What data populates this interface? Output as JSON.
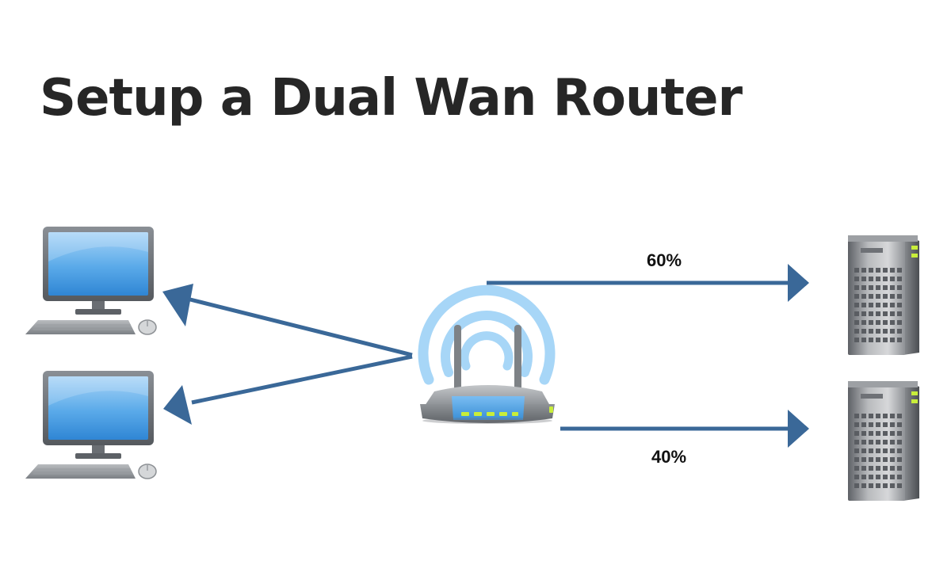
{
  "title": "Setup a Dual Wan Router",
  "links": {
    "wan1_share": "60%",
    "wan2_share": "40%"
  },
  "colors": {
    "arrow": "#3a6898",
    "title": "#262626",
    "screen": "#4aa3e8",
    "signal": "#9fd0f5",
    "led": "#c8ee3a"
  },
  "icons": {
    "computers": [
      "desktop-computer-icon",
      "desktop-computer-icon"
    ],
    "router": "wifi-router-icon",
    "servers": [
      "server-tower-icon",
      "server-tower-icon"
    ]
  }
}
